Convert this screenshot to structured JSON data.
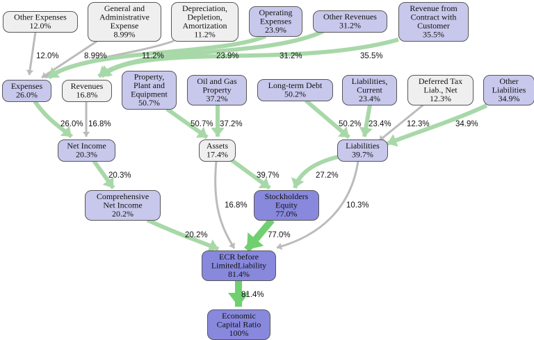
{
  "diagram": {
    "title": "Economic Capital Ratio breakdown",
    "colors": {
      "node_gray": "#efefef",
      "node_light": "#c8c8ec",
      "node_mid": "#8888dd",
      "edge_gray": "#bbbbbb",
      "edge_green_light": "#a8d8a8",
      "edge_green_strong": "#70d070"
    },
    "nodes": [
      {
        "id": "other_expenses",
        "lines": [
          "Other Expenses",
          "12.0%"
        ],
        "shade": "gray"
      },
      {
        "id": "gen_admin",
        "lines": [
          "General and",
          "Administrative",
          "Expense",
          "8.99%"
        ],
        "shade": "gray"
      },
      {
        "id": "dda",
        "lines": [
          "Depreciation,",
          "Depletion,",
          "Amortization",
          "11.2%"
        ],
        "shade": "gray"
      },
      {
        "id": "operating_expenses",
        "lines": [
          "Operating",
          "Expenses",
          "23.9%"
        ],
        "shade": "light"
      },
      {
        "id": "other_revenues",
        "lines": [
          "Other Revenues",
          "31.2%"
        ],
        "shade": "light"
      },
      {
        "id": "revenue_contract",
        "lines": [
          "Revenue from",
          "Contract with",
          "Customer",
          "35.5%"
        ],
        "shade": "light"
      },
      {
        "id": "expenses",
        "lines": [
          "Expenses",
          "26.0%"
        ],
        "shade": "light"
      },
      {
        "id": "revenues",
        "lines": [
          "Revenues",
          "16.8%"
        ],
        "shade": "gray"
      },
      {
        "id": "ppe",
        "lines": [
          "Property,",
          "Plant and",
          "Equipment",
          "50.7%"
        ],
        "shade": "light"
      },
      {
        "id": "oil_gas",
        "lines": [
          "Oil and Gas",
          "Property",
          "37.2%"
        ],
        "shade": "light"
      },
      {
        "id": "lt_debt",
        "lines": [
          "Long-term Debt",
          "50.2%"
        ],
        "shade": "light"
      },
      {
        "id": "liab_current",
        "lines": [
          "Liabilities,",
          "Current",
          "23.4%"
        ],
        "shade": "light"
      },
      {
        "id": "deferred_tax",
        "lines": [
          "Deferred Tax",
          "Liab., Net",
          "12.3%"
        ],
        "shade": "gray"
      },
      {
        "id": "other_liab",
        "lines": [
          "Other",
          "Liabilities",
          "34.9%"
        ],
        "shade": "light"
      },
      {
        "id": "net_income",
        "lines": [
          "Net Income",
          "20.3%"
        ],
        "shade": "light"
      },
      {
        "id": "assets",
        "lines": [
          "Assets",
          "17.4%"
        ],
        "shade": "gray"
      },
      {
        "id": "liabilities",
        "lines": [
          "Liabilities",
          "39.7%"
        ],
        "shade": "light"
      },
      {
        "id": "comp_net_income",
        "lines": [
          "Comprehensive",
          "Net Income",
          "20.2%"
        ],
        "shade": "light"
      },
      {
        "id": "stockholders_equity",
        "lines": [
          "Stockholders",
          "Equity",
          "77.0%"
        ],
        "shade": "mid"
      },
      {
        "id": "ecr_before_ll",
        "lines": [
          "ECR before",
          "LimitedLiability",
          "81.4%"
        ],
        "shade": "mid"
      },
      {
        "id": "ecr",
        "lines": [
          "Economic",
          "Capital Ratio",
          "100%"
        ],
        "shade": "mid"
      }
    ],
    "edges": [
      {
        "from": "other_expenses",
        "to": "expenses",
        "label": "12.0%",
        "style": "gray"
      },
      {
        "from": "gen_admin",
        "to": "expenses",
        "label": "8.99%",
        "style": "gray"
      },
      {
        "from": "dda",
        "to": "expenses",
        "label": "11.2%",
        "style": "gray"
      },
      {
        "from": "operating_expenses",
        "to": "expenses",
        "label": "23.9%",
        "style": "green"
      },
      {
        "from": "other_revenues",
        "to": "revenues",
        "label": "31.2%",
        "style": "green"
      },
      {
        "from": "revenue_contract",
        "to": "revenues",
        "label": "35.5%",
        "style": "green"
      },
      {
        "from": "expenses",
        "to": "net_income",
        "label": "26.0%",
        "style": "green"
      },
      {
        "from": "revenues",
        "to": "net_income",
        "label": "16.8%",
        "style": "gray"
      },
      {
        "from": "ppe",
        "to": "assets",
        "label": "50.7%",
        "style": "green"
      },
      {
        "from": "oil_gas",
        "to": "assets",
        "label": "37.2%",
        "style": "green"
      },
      {
        "from": "lt_debt",
        "to": "liabilities",
        "label": "50.2%",
        "style": "green"
      },
      {
        "from": "liab_current",
        "to": "liabilities",
        "label": "23.4%",
        "style": "green"
      },
      {
        "from": "deferred_tax",
        "to": "liabilities",
        "label": "12.3%",
        "style": "gray"
      },
      {
        "from": "other_liab",
        "to": "liabilities",
        "label": "34.9%",
        "style": "green"
      },
      {
        "from": "net_income",
        "to": "comp_net_income",
        "label": "20.3%",
        "style": "green"
      },
      {
        "from": "assets",
        "to": "stockholders_equity",
        "label": "39.7%",
        "style": "green"
      },
      {
        "from": "liabilities",
        "to": "stockholders_equity",
        "label": "27.2%",
        "style": "green"
      },
      {
        "from": "assets",
        "to": "ecr_before_ll",
        "label": "16.8%",
        "style": "gray"
      },
      {
        "from": "liabilities",
        "to": "ecr_before_ll",
        "label": "10.3%",
        "style": "gray"
      },
      {
        "from": "comp_net_income",
        "to": "ecr_before_ll",
        "label": "20.2%",
        "style": "green"
      },
      {
        "from": "stockholders_equity",
        "to": "ecr_before_ll",
        "label": "77.0%",
        "style": "green-strong"
      },
      {
        "from": "ecr_before_ll",
        "to": "ecr",
        "label": "81.4%",
        "style": "green-strong"
      }
    ]
  }
}
